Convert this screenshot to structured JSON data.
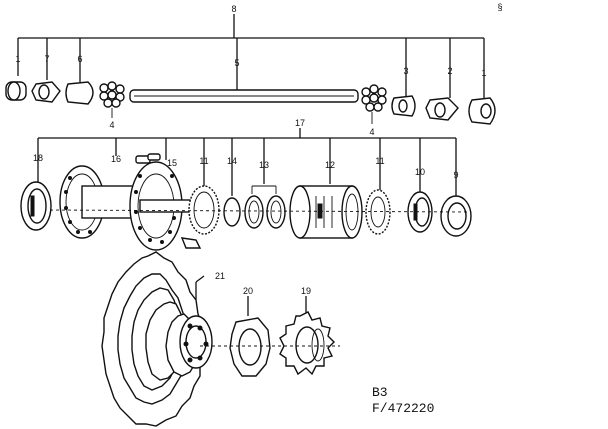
{
  "corner_mark": "§",
  "labels": {
    "n8": "8",
    "n1a": "1",
    "n7": "7",
    "n6": "6",
    "n5": "5",
    "n4a": "4",
    "n4b": "4",
    "n3": "3",
    "n2": "2",
    "n1b": "1",
    "n17": "17",
    "n18": "18",
    "n16": "16",
    "n15": "15",
    "n11a": "11",
    "n14": "14",
    "n13": "13",
    "n12": "12",
    "n11b": "11",
    "n10": "10",
    "n9": "9",
    "n21": "21",
    "n20": "20",
    "n19": "19"
  },
  "code": {
    "line1": "B3",
    "line2": "F/472220"
  }
}
